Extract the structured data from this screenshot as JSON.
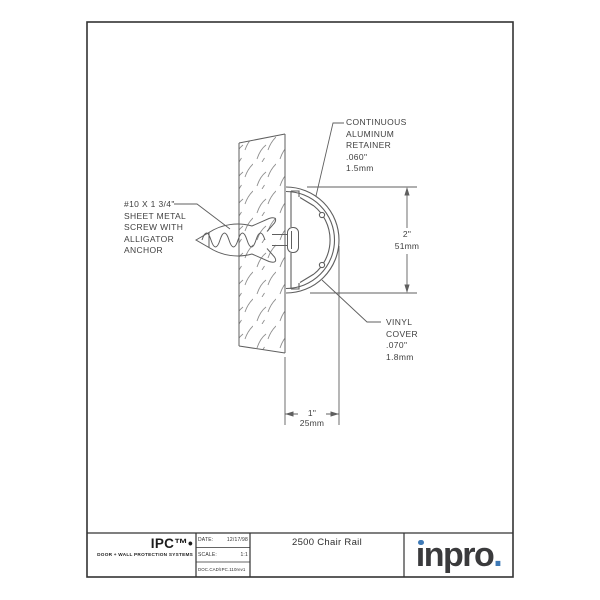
{
  "sheet": {
    "drawing": {
      "labels": {
        "retainer": {
          "lines": [
            "CONTINUOUS",
            "ALUMINUM",
            "RETAINER",
            ".060\"",
            "1.5mm"
          ]
        },
        "screw": {
          "lines": [
            "#10 X 1 3/4\"",
            "SHEET METAL",
            "SCREW WITH",
            "ALLIGATOR",
            "ANCHOR"
          ]
        },
        "vinyl": {
          "lines": [
            "VINYL",
            "COVER",
            ".070\"",
            "1.8mm"
          ]
        }
      },
      "dimensions": {
        "height": {
          "imperial": "2\"",
          "metric": "51mm"
        },
        "depth": {
          "imperial": "1\"",
          "metric": "25mm"
        }
      }
    },
    "title_block": {
      "ipc_logo": {
        "name": "IPC™•",
        "tagline": "DOOR + WALL PROTECTION SYSTEMS"
      },
      "fields": [
        {
          "label": "DATE:",
          "value": "12/17/98"
        },
        {
          "label": "SCALE:",
          "value": "1:1"
        }
      ],
      "doc_number": "DOC.CAD\\IPC.110rev1",
      "title": "2500 Chair Rail",
      "inpro_logo": {
        "i_dotless": "ı",
        "rest": "npro",
        "period": ".",
        "text_color": "#3a3a3c",
        "accent_color": "#3e79b6"
      }
    }
  }
}
